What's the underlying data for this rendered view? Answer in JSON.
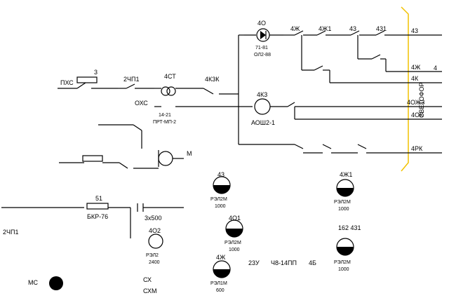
{
  "diagram": {
    "header_labels": {
      "diode": "4О",
      "diode_sub1": "71-81",
      "diode_sub2": "ОЛ2-88",
      "r4zh": "4Ж",
      "r4zh1": "4Ж1",
      "r43": "43",
      "r431": "431",
      "out43": "43"
    },
    "main": {
      "pxs": "ПХС",
      "oxs": "ОХС",
      "fuse3": "3",
      "ch2p1": "2ЧП1",
      "st4": "4СТ",
      "trans_sub1": "14-21",
      "trans_sub2": "ПРТ-МП-2",
      "k3k": "4К3К",
      "k3": "4К3",
      "aosh": "АОШ2-1",
      "out4zh": "4Ж",
      "out4k": "4К",
      "out4ozhz": "4ОЖЗ",
      "out4ok": "4ОК",
      "out4pk": "4РК",
      "svetofor": "СВЕТОФОР",
      "svetofor_num": "4"
    },
    "relays": [
      {
        "top": "43",
        "mid": "РЭЛ2М",
        "bottom": "1000"
      },
      {
        "top": "4О1",
        "mid": "РЭЛ2М",
        "bottom": "1000"
      },
      {
        "top": "4Ж",
        "mid": "РЭЛ1М",
        "bottom": "600"
      },
      {
        "top": "4Ж1",
        "mid": "РЭЛ2М",
        "bottom": "1000"
      },
      {
        "top": "162 431",
        "mid": "РЭЛ2М",
        "bottom": "1000"
      },
      {
        "top": "4О2",
        "mid": "РЭЛ2",
        "bottom": "2400"
      }
    ],
    "misc": {
      "bkr": "БКР-76",
      "bkr_num": "51",
      "cap": "3х500",
      "ch2p1": "2ЧП1",
      "zh23u": "23У",
      "ch8": "Ч8-14ПП",
      "b4": "4Б",
      "mc": "МС",
      "cx": "СХ",
      "cxm": "СХМ"
    }
  }
}
